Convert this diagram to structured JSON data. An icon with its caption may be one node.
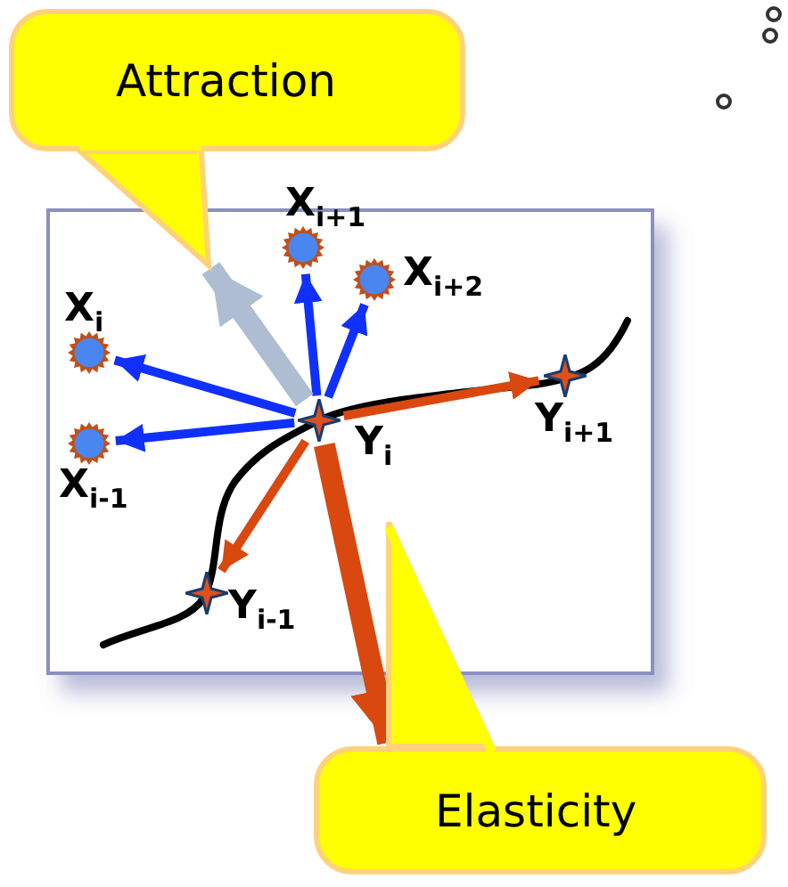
{
  "diagram": {
    "nodes": [
      {
        "text": [
          "Attraction"
        ]
      },
      {
        "text": [],
        "shape": "circle",
        "beside": [
          "X$_{i+1}$"
        ]
      },
      {
        "text": [],
        "shape": "circle",
        "beside": [
          "X$_{i+2}$"
        ]
      },
      {
        "text": [],
        "shape": "circle",
        "beside": [
          "X$_{i}$"
        ]
      },
      {
        "text": [],
        "shape": "circle",
        "beside": [
          "X$_{i-1}$"
        ]
      },
      {
        "text": [],
        "shape": "star",
        "beside": [
          "Y$_{i}$"
        ]
      },
      {
        "text": [],
        "shape": "star",
        "beside": [
          "Y$_{i+1}$"
        ]
      },
      {
        "text": [],
        "shape": "star",
        "beside": [
          "Y$_{i-1}$"
        ]
      },
      {
        "text": [
          "Elasticity"
        ]
      }
    ],
    "edges": [
      {
        "from": 5,
        "to": 1,
        "arrow": "to"
      },
      {
        "from": 5,
        "to": 2,
        "arrow": "to"
      },
      {
        "from": 5,
        "to": 3,
        "arrow": "to"
      },
      {
        "from": 5,
        "to": 4,
        "arrow": "to"
      },
      {
        "from": 5,
        "to": 0,
        "arrow": "to",
        "style": "thick",
        "color": "#aebdd1"
      },
      {
        "from": 5,
        "to": 6,
        "arrow": "to",
        "color": "#d9480f"
      },
      {
        "from": 5,
        "to": 7,
        "arrow": "to",
        "color": "#d9480f"
      },
      {
        "from": 5,
        "to": 8,
        "arrow": "to",
        "style": "thick",
        "color": "#d9480f"
      }
    ]
  }
}
